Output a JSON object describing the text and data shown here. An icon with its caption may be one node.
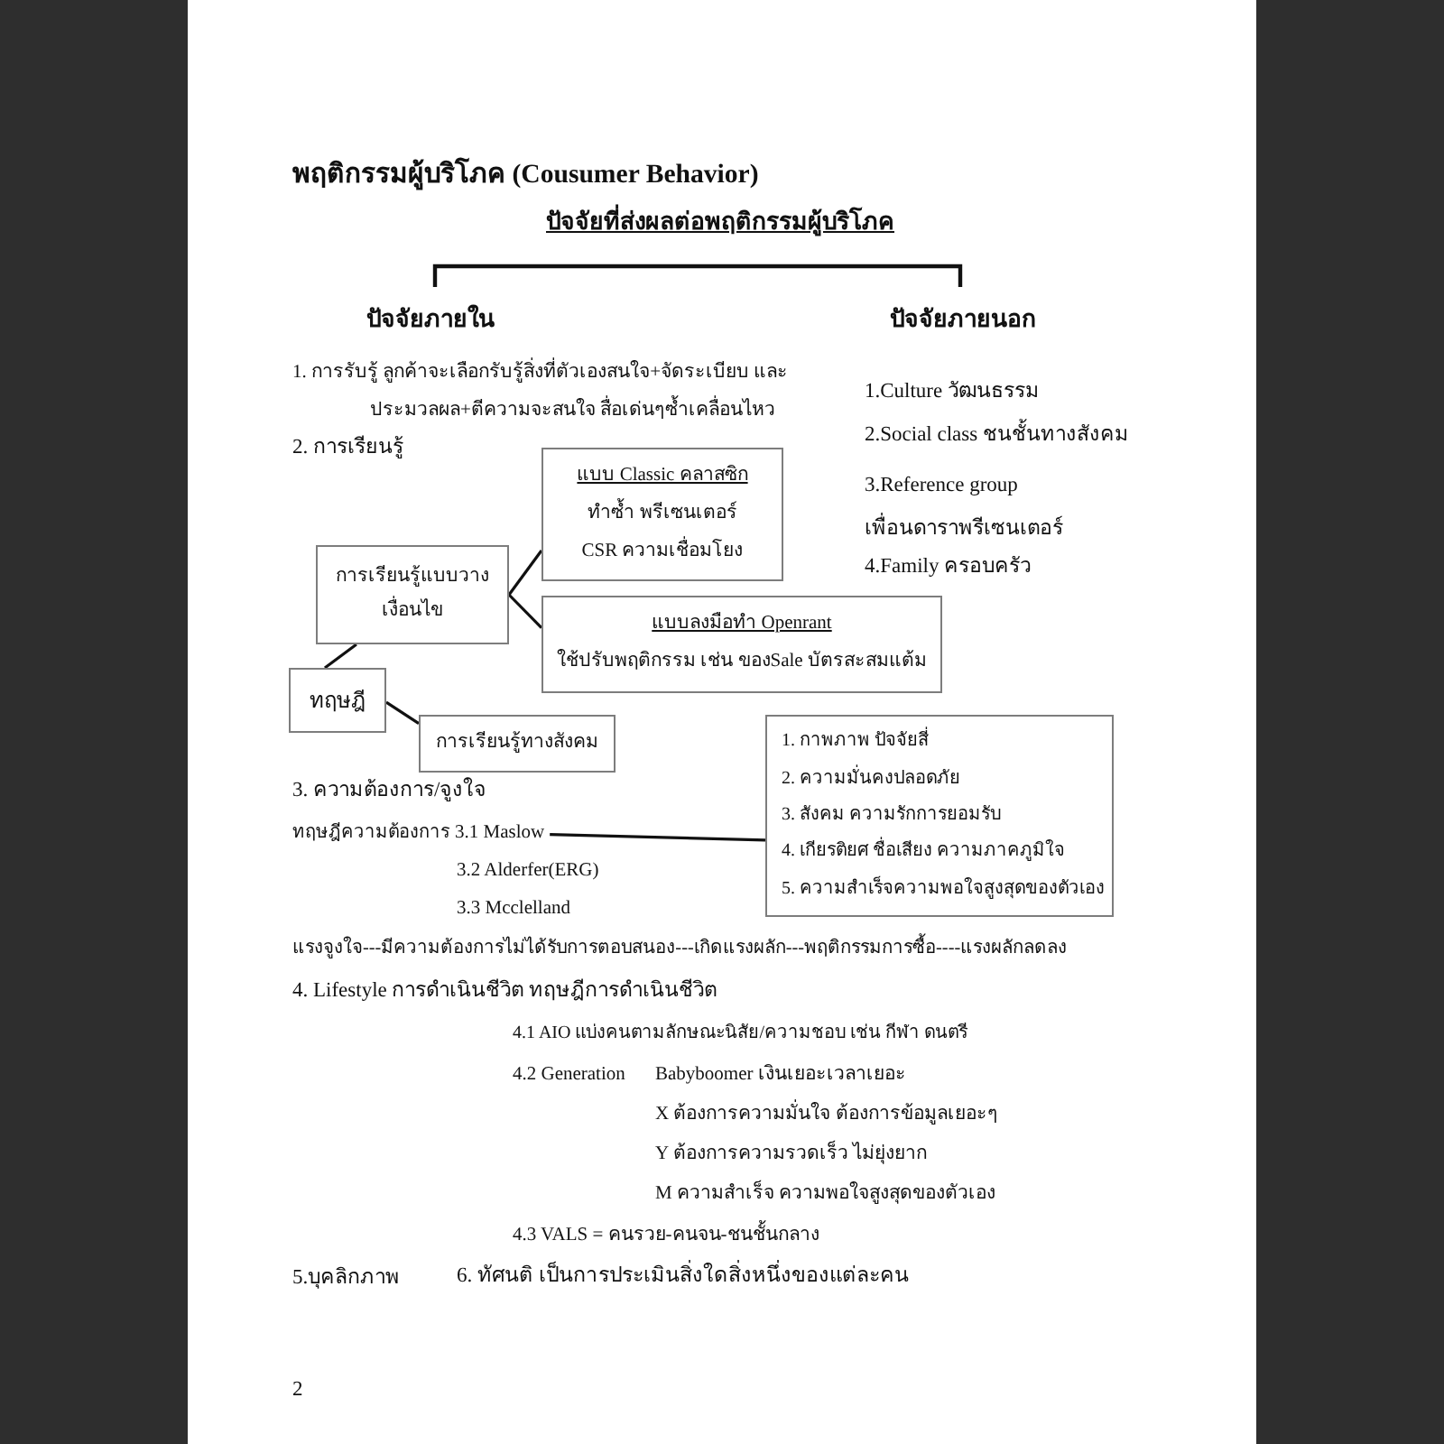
{
  "diagram": {
    "title": "พฤติกรรมผู้บริโภค (Cousumer Behavior)",
    "nodes": [
      {
        "text": [
          "แบบ Classic คลาสซิก",
          "ทำซ้ำ พรีเซนเตอร์",
          "CSR ความเชื่อมโยง"
        ]
      },
      {
        "text": [
          "การเรียนรู้แบบวางเงื่อนไข"
        ]
      },
      {
        "text": [
          "แบบลงมือทำ Openrant",
          "ใช้ปรับพฤติกรรม เช่น ของSale บัตรสะสมแต้ม"
        ]
      },
      {
        "text": [
          "ทฤษฎี"
        ]
      },
      {
        "text": [
          "การเรียนรู้ทางสังคม"
        ]
      },
      {
        "text": [
          "1. กาพภาพ ปัจจัยสี่",
          "2. ความมั่นคงปลอดภัย",
          "3. สังคม ความรักการยอมรับ",
          "4. เกียรติยศ ชื่อเสียง ความภาคภูมิใจ",
          "5. ความสำเร็จความพอใจสูงสุดของตัวเอง"
        ]
      },
      {
        "text": [
          "3.1 Maslow"
        ]
      }
    ],
    "edges": [
      {
        "from": 1,
        "to": 0,
        "arrow": "none"
      },
      {
        "from": 1,
        "to": 2,
        "arrow": "none"
      },
      {
        "from": 1,
        "to": 3,
        "arrow": "none"
      },
      {
        "from": 3,
        "to": 4,
        "arrow": "none"
      },
      {
        "from": 6,
        "to": 5,
        "arrow": "none"
      }
    ],
    "labels": [
      "ปัจจัยที่ส่งผลต่อพฤติกรรมผู้บริโภค",
      "ปัจจัยภายใน",
      "ปัจจัยภายนอก",
      "1. การรับรู้ ลูกค้าจะเลือกรับรู้สิ่งที่ตัวเองสนใจ+จัดระเบียบ และประมวลผล+ตีความจะสนใจ สื่อเด่นๆซ้ำเคลื่อนไหว",
      "2. การเรียนรู้",
      "1.Culture วัฒนธรรม",
      "2.Social class ชนชั้นทางสังคม",
      "3.Reference group เพื่อนดาราพรีเซนเตอร์",
      "4.Family ครอบครัว",
      "3. ความต้องการ/จูงใจ",
      "ทฤษฎีความต้องการ",
      "3.2 Alderfer(ERG)",
      "3.3 Mcclelland",
      "แรงจูงใจ---มีความต้องการไม่ได้รับการตอบสนอง---เกิดแรงผลัก---พฤติกรรมการซื้อ----แรงผลักลดลง",
      "4. Lifestyle การดำเนินชีวิต ทฤษฎีการดำเนินชีวิต",
      "4.1 AIO แบ่งคนตามลักษณะนิสัย/ความชอบ เช่น กีฬา ดนตรี",
      "4.2 Generation",
      "Babyboomer เงินเยอะเวลาเยอะ",
      "X ต้องการความมั่นใจ ต้องการข้อมูลเยอะๆ",
      "Y ต้องการความรวดเร็ว ไม่ยุ่งยาก",
      "M ความสำเร็จ ความพอใจสูงสุดของตัวเอง",
      "4.3 VALS = คนรวย-คนจน-ชนชั้นกลาง",
      "5.บุคลิกภาพ",
      "6. ทัศนติ เป็นการประเมินสิ่งใดสิ่งหนึ่งของแต่ละคน",
      "2"
    ]
  }
}
